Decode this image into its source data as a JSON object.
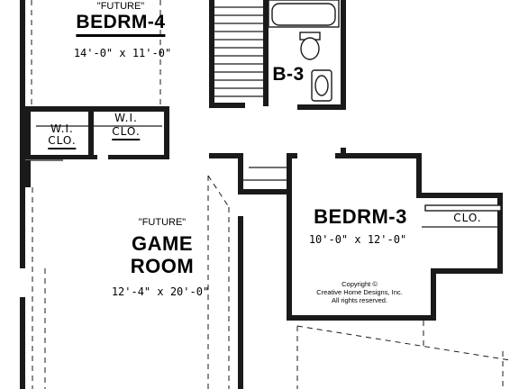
{
  "plan": {
    "bedroom4": {
      "future": "\"FUTURE\"",
      "name": "BEDRM-4",
      "dims": "14'-0\" x 11'-0\""
    },
    "bath3": {
      "name": "B-3"
    },
    "wic_left": {
      "line1": "W.I.",
      "line2": "CLO."
    },
    "wic_right": {
      "line1": "W.I.",
      "line2": "CLO."
    },
    "game_room": {
      "future": "\"FUTURE\"",
      "line1": "GAME",
      "line2": "ROOM",
      "dims": "12'-4\" x 20'-0\""
    },
    "bedroom3": {
      "name": "BEDRM-3",
      "dims": "10'-0\" x 12'-0\"",
      "closet": "CLO."
    },
    "copyright": {
      "line1": "Copyright ©",
      "line2": "Creative Home Designs, Inc.",
      "line3": "All rights reserved."
    }
  }
}
